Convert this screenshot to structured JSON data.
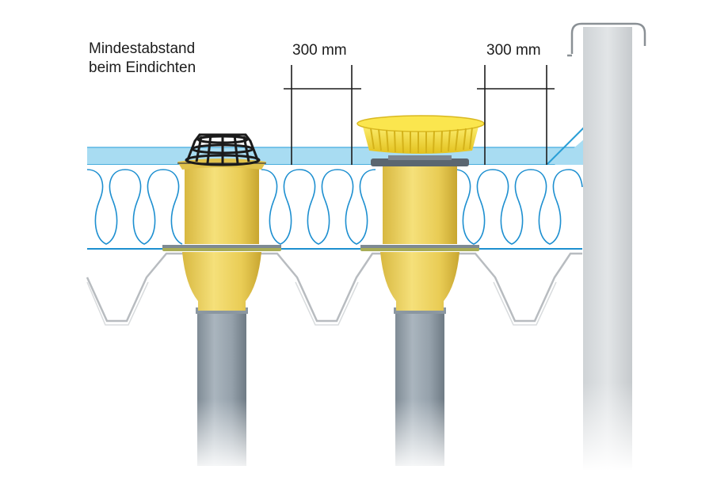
{
  "annotation": {
    "line1": "Mindestabstand",
    "line2": "beim Eindichten"
  },
  "dimensions": [
    {
      "value": "300 mm"
    },
    {
      "value": "300 mm"
    }
  ],
  "colors": {
    "membrane": "#a8dcf2",
    "membrane_line": "#2a9fd6",
    "insulation_line": "#1d8fd0",
    "drain_body": "#f1d66a",
    "drain_shadow": "#c9a92d",
    "gravel_guard_yellow": "#f6df3a",
    "gravel_guard_black": "#1b1b1b",
    "pipe": "#9aa6b0",
    "deck": "#b8bcc0",
    "parapet": "#d9dde0"
  },
  "icons": [
    "flat-roof-drain-icon",
    "gravel-guard-icon",
    "parapet-sheet-icon"
  ]
}
